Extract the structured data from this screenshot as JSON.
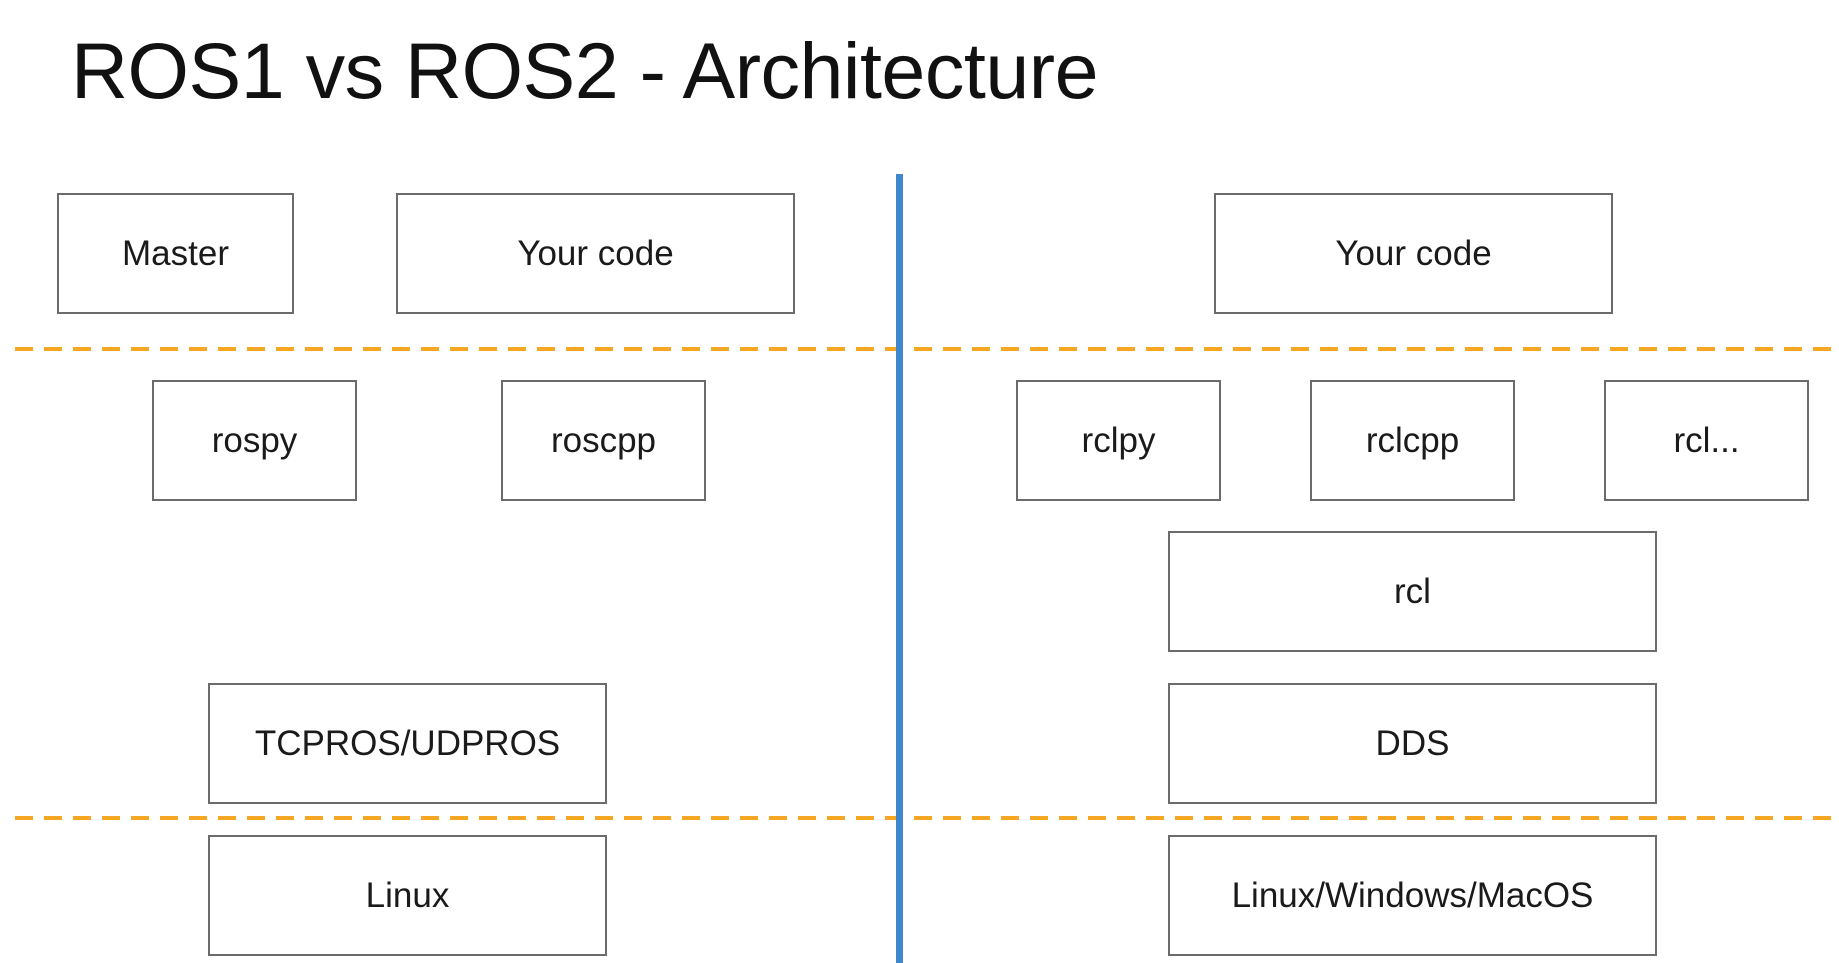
{
  "title": "ROS1 vs ROS2 - Architecture",
  "colors": {
    "divider": "#3f88c9",
    "dashed_separator": "#f5a623",
    "box_border": "#6b6b6b"
  },
  "ros1": {
    "master": "Master",
    "your_code": "Your code",
    "rospy": "rospy",
    "roscpp": "roscpp",
    "transport": "TCPROS/UDPROS",
    "os": "Linux"
  },
  "ros2": {
    "your_code": "Your code",
    "rclpy": "rclpy",
    "rclcpp": "rclcpp",
    "rcl_other": "rcl...",
    "rcl": "rcl",
    "dds": "DDS",
    "os": "Linux/Windows/MacOS"
  }
}
